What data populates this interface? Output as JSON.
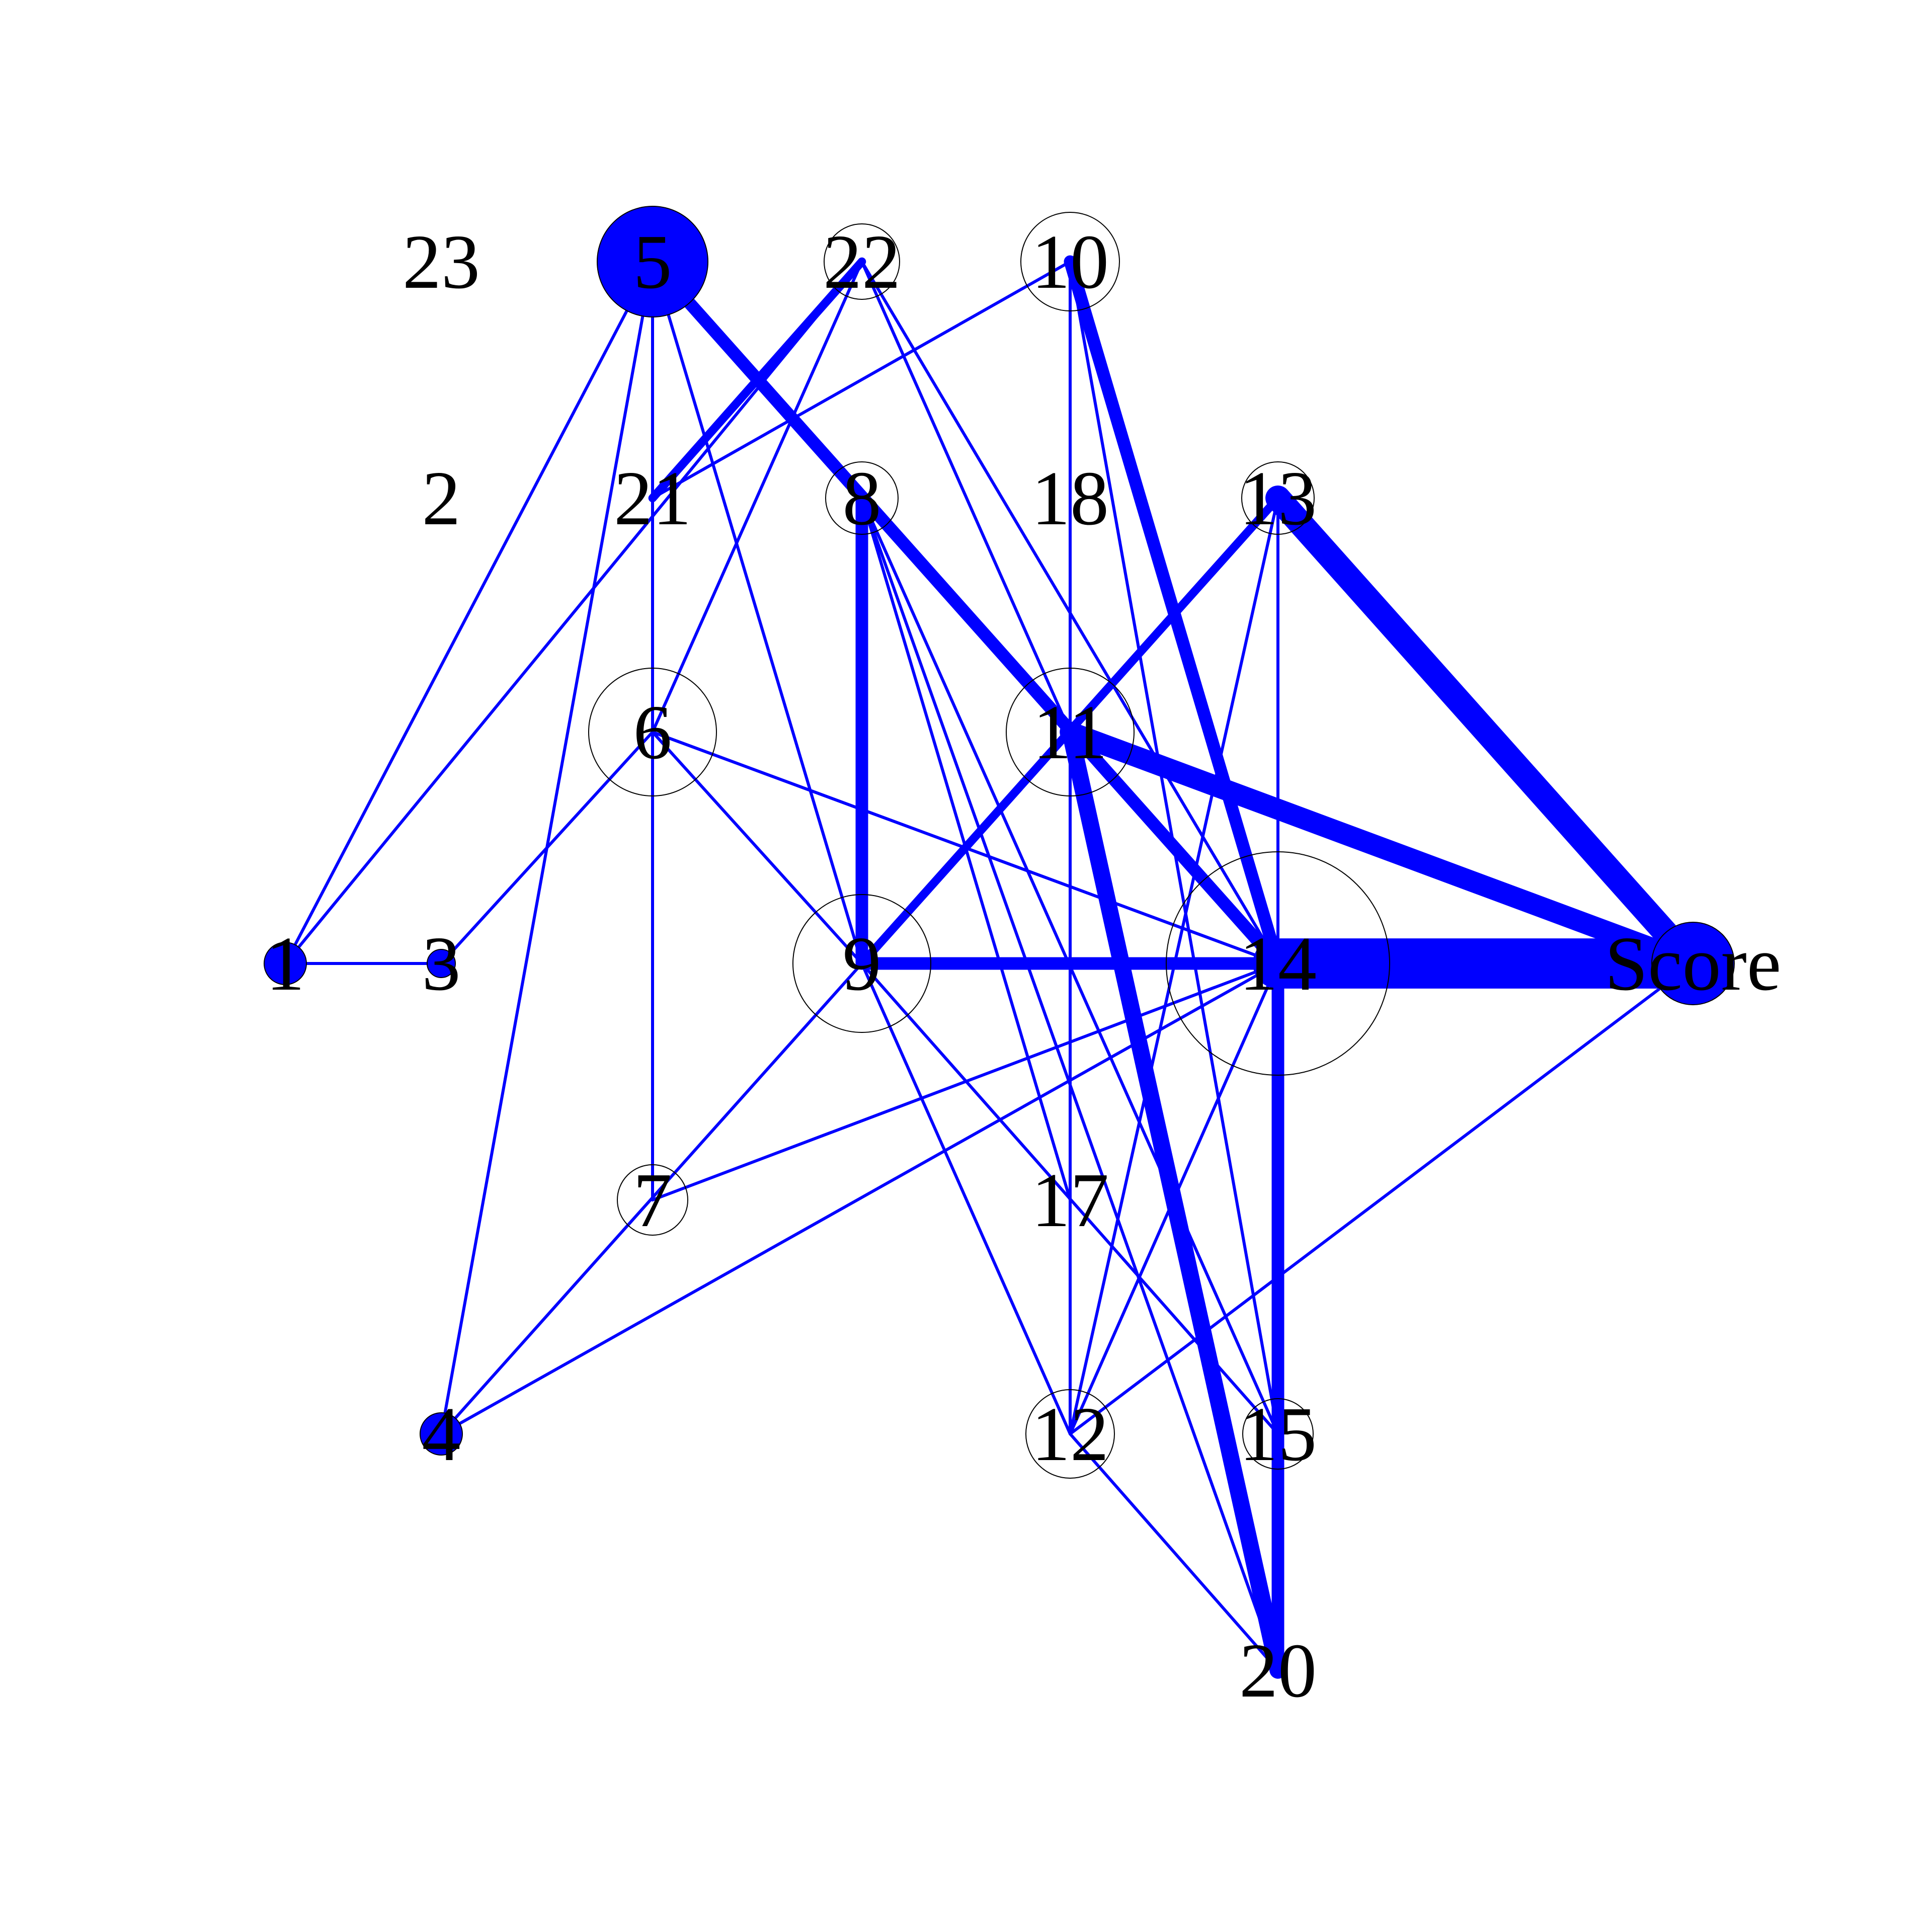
{
  "graph": {
    "edge_color": "#0000ff",
    "filled_node_color": "#0000ff",
    "outline_color": "#000000",
    "label_color": "#000000",
    "nodes": [
      {
        "id": "23",
        "label": "23",
        "filled": false,
        "size": 0
      },
      {
        "id": "5",
        "label": "5",
        "filled": true,
        "size": 3
      },
      {
        "id": "22",
        "label": "22",
        "filled": false,
        "size": 1
      },
      {
        "id": "10",
        "label": "10",
        "filled": false,
        "size": 2
      },
      {
        "id": "2",
        "label": "2",
        "filled": false,
        "size": 0
      },
      {
        "id": "21",
        "label": "21",
        "filled": false,
        "size": 0.5
      },
      {
        "id": "8",
        "label": "8",
        "filled": false,
        "size": 1
      },
      {
        "id": "18",
        "label": "18",
        "filled": false,
        "size": 0
      },
      {
        "id": "13",
        "label": "13",
        "filled": false,
        "size": 1
      },
      {
        "id": "6",
        "label": "6",
        "filled": false,
        "size": 3
      },
      {
        "id": "11",
        "label": "11",
        "filled": false,
        "size": 3
      },
      {
        "id": "1",
        "label": "1",
        "filled": true,
        "size": 1
      },
      {
        "id": "3",
        "label": "3",
        "filled": true,
        "size": 0.3
      },
      {
        "id": "9",
        "label": "9",
        "filled": false,
        "size": 3.5
      },
      {
        "id": "14",
        "label": "14",
        "filled": false,
        "size": 6
      },
      {
        "id": "Score",
        "label": "Score",
        "filled": true,
        "size": 2
      },
      {
        "id": "7",
        "label": "7",
        "filled": false,
        "size": 1.5
      },
      {
        "id": "17",
        "label": "17",
        "filled": false,
        "size": 0.5
      },
      {
        "id": "4",
        "label": "4",
        "filled": true,
        "size": 1
      },
      {
        "id": "12",
        "label": "12",
        "filled": false,
        "size": 2
      },
      {
        "id": "15",
        "label": "15",
        "filled": false,
        "size": 1
      },
      {
        "id": "20",
        "label": "20",
        "filled": false,
        "size": 0.5
      }
    ],
    "edges": [
      {
        "from": "5",
        "to": "1",
        "weight": 1
      },
      {
        "from": "5",
        "to": "4",
        "weight": 1
      },
      {
        "from": "5",
        "to": "7",
        "weight": 1
      },
      {
        "from": "5",
        "to": "9",
        "weight": 1
      },
      {
        "from": "5",
        "to": "14",
        "weight": 3
      },
      {
        "from": "22",
        "to": "1",
        "weight": 1
      },
      {
        "from": "22",
        "to": "21",
        "weight": 2
      },
      {
        "from": "22",
        "to": "6",
        "weight": 1
      },
      {
        "from": "22",
        "to": "11",
        "weight": 1
      },
      {
        "from": "22",
        "to": "14",
        "weight": 1
      },
      {
        "from": "10",
        "to": "21",
        "weight": 1
      },
      {
        "from": "10",
        "to": "12",
        "weight": 1
      },
      {
        "from": "10",
        "to": "14",
        "weight": 3
      },
      {
        "from": "10",
        "to": "15",
        "weight": 1
      },
      {
        "from": "8",
        "to": "9",
        "weight": 3
      },
      {
        "from": "8",
        "to": "17",
        "weight": 1
      },
      {
        "from": "8",
        "to": "15",
        "weight": 1
      },
      {
        "from": "8",
        "to": "20",
        "weight": 1
      },
      {
        "from": "13",
        "to": "Score",
        "weight": 6
      },
      {
        "from": "13",
        "to": "9",
        "weight": 2
      },
      {
        "from": "13",
        "to": "12",
        "weight": 1
      },
      {
        "from": "13",
        "to": "15",
        "weight": 1
      },
      {
        "from": "11",
        "to": "Score",
        "weight": 5
      },
      {
        "from": "11",
        "to": "20",
        "weight": 4
      },
      {
        "from": "1",
        "to": "3",
        "weight": 1
      },
      {
        "from": "3",
        "to": "6",
        "weight": 1
      },
      {
        "from": "6",
        "to": "9",
        "weight": 1
      },
      {
        "from": "6",
        "to": "14",
        "weight": 1
      },
      {
        "from": "9",
        "to": "14",
        "weight": 3
      },
      {
        "from": "9",
        "to": "4",
        "weight": 1
      },
      {
        "from": "9",
        "to": "12",
        "weight": 1
      },
      {
        "from": "9",
        "to": "15",
        "weight": 1
      },
      {
        "from": "14",
        "to": "Score",
        "weight": 12
      },
      {
        "from": "14",
        "to": "7",
        "weight": 1
      },
      {
        "from": "14",
        "to": "4",
        "weight": 1
      },
      {
        "from": "14",
        "to": "12",
        "weight": 1
      },
      {
        "from": "14",
        "to": "20",
        "weight": 3
      },
      {
        "from": "Score",
        "to": "12",
        "weight": 1
      },
      {
        "from": "12",
        "to": "20",
        "weight": 1
      }
    ]
  }
}
